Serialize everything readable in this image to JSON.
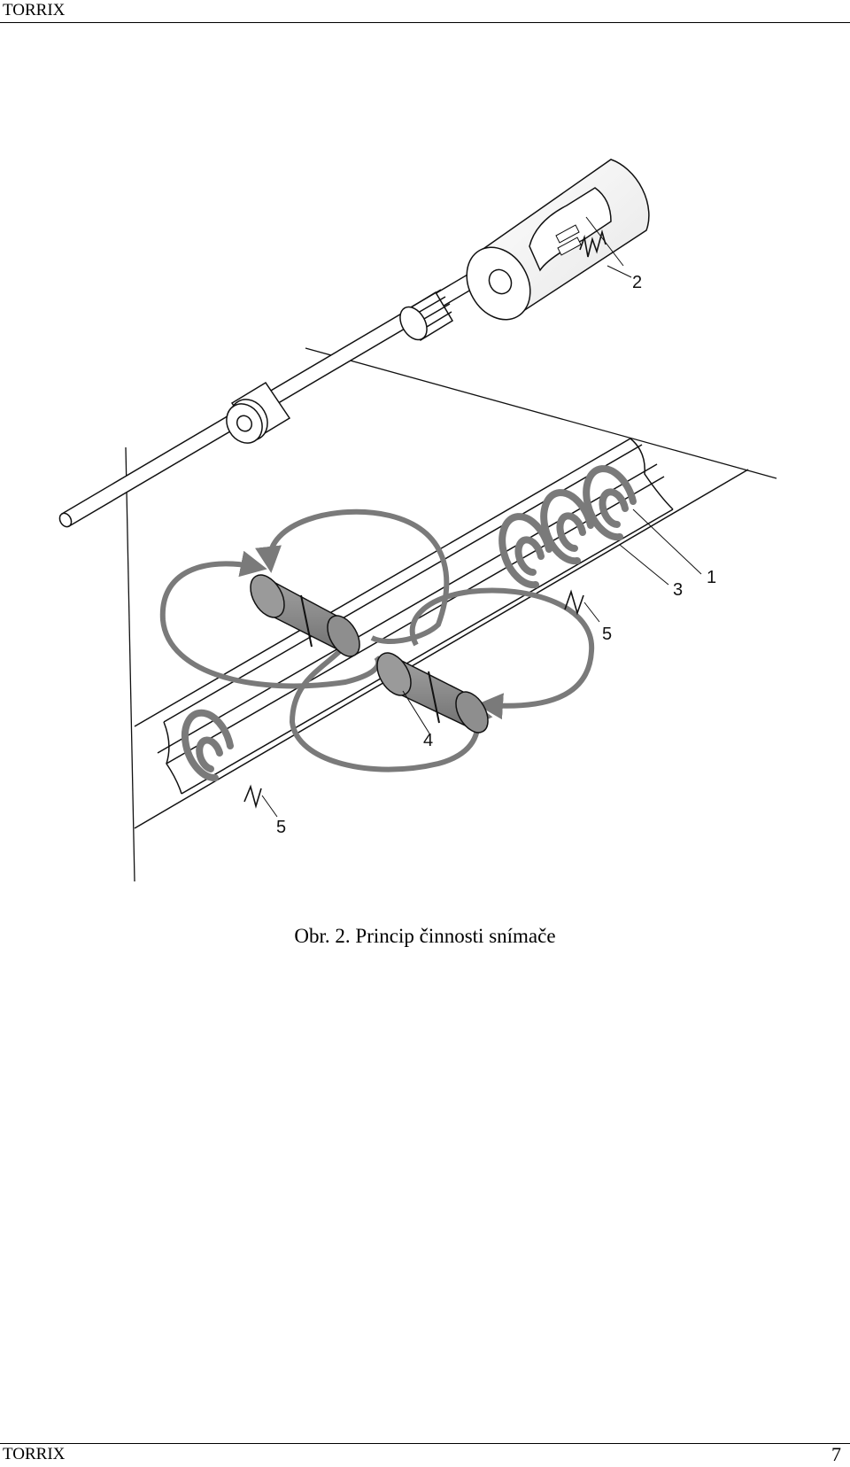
{
  "header": {
    "title": "TORRIX"
  },
  "figure": {
    "caption": "Obr. 2. Princip činnosti snímače",
    "callouts": {
      "probe_tube": "1",
      "electronics": "2",
      "wire": "3",
      "magnet": "4",
      "signal_left": "5",
      "signal_right": "5"
    },
    "colors": {
      "field_arrow": "#7a7a7a",
      "magnet_body": "#8e8e8e",
      "line": "#111111"
    }
  },
  "footer": {
    "title": "TORRIX",
    "page_number": "7"
  }
}
